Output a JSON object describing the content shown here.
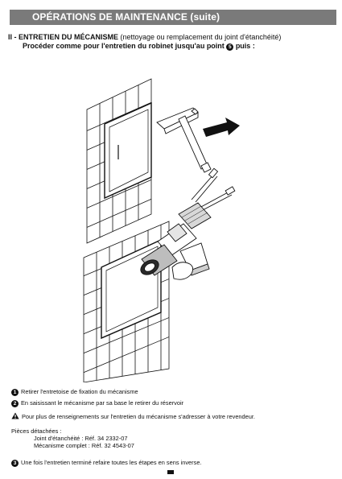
{
  "header": {
    "title": "OPÉRATIONS DE MAINTENANCE (suite)"
  },
  "section": {
    "heading_strong": "II - ENTRETIEN DU MÉCANISME",
    "heading_rest": " (nettoyage ou remplacement du joint d'étanchéité)",
    "sub_before": "Procéder comme pour l'entretien du robinet jusqu'au point ",
    "sub_number": "5",
    "sub_after": " puis :"
  },
  "steps": [
    {
      "number": "1",
      "text": "Retirer l'entretoise de fixation du mécanisme"
    },
    {
      "number": "2",
      "text": "En saisissant le mécanisme par sa base le retirer du réservoir"
    }
  ],
  "warning": {
    "icon": "warning-triangle-icon",
    "text": "Pour plus de renseignements sur l'entretien du mécanisme s'adresser à votre revendeur."
  },
  "parts": {
    "title": "Pièces détachées :",
    "items": [
      "Joint d'étanchéité : Réf. 34 2332-07",
      "Mécanisme complet : Réf. 32 4543-07"
    ]
  },
  "final_step": {
    "number": "3",
    "text": "Une fois l'entretien terminé refaire toutes les étapes en sens inverse."
  },
  "colors": {
    "header_bg": "#7a7a7a",
    "ink": "#111111"
  }
}
